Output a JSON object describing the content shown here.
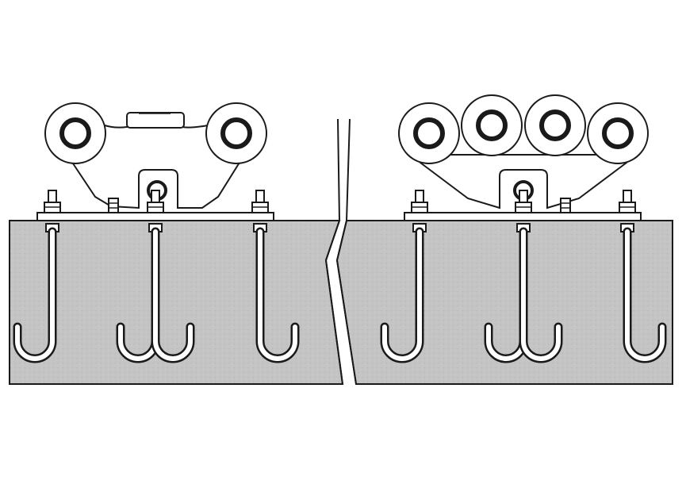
{
  "figure": {
    "colors": {
      "background": "#ffffff",
      "concrete": "#c4c4c4",
      "line": "#1a1a1a",
      "metal": "#ffffff"
    },
    "assemblies": [
      {
        "name": "two-wheel-carriage",
        "wheel_count": 2,
        "anchor_bolt_count": 4
      },
      {
        "name": "four-wheel-carriage",
        "wheel_count": 4,
        "anchor_bolt_count": 4
      }
    ]
  }
}
